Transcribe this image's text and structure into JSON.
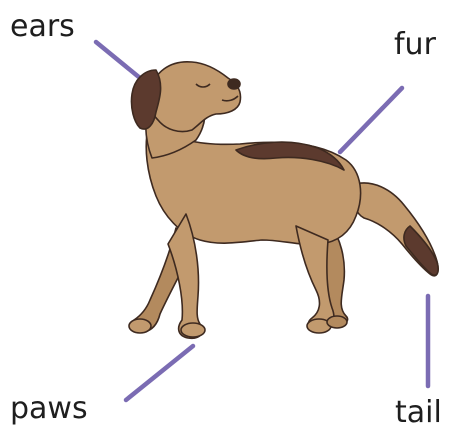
{
  "labels": {
    "ears": "ears",
    "fur": "fur",
    "paws": "paws",
    "tail": "tail"
  },
  "colors": {
    "pointer": "#7b6cb3",
    "coat": "#c29a6e",
    "coat_dark": "#5c3a2e",
    "outline": "#3e2a20"
  },
  "illustration": "dog"
}
